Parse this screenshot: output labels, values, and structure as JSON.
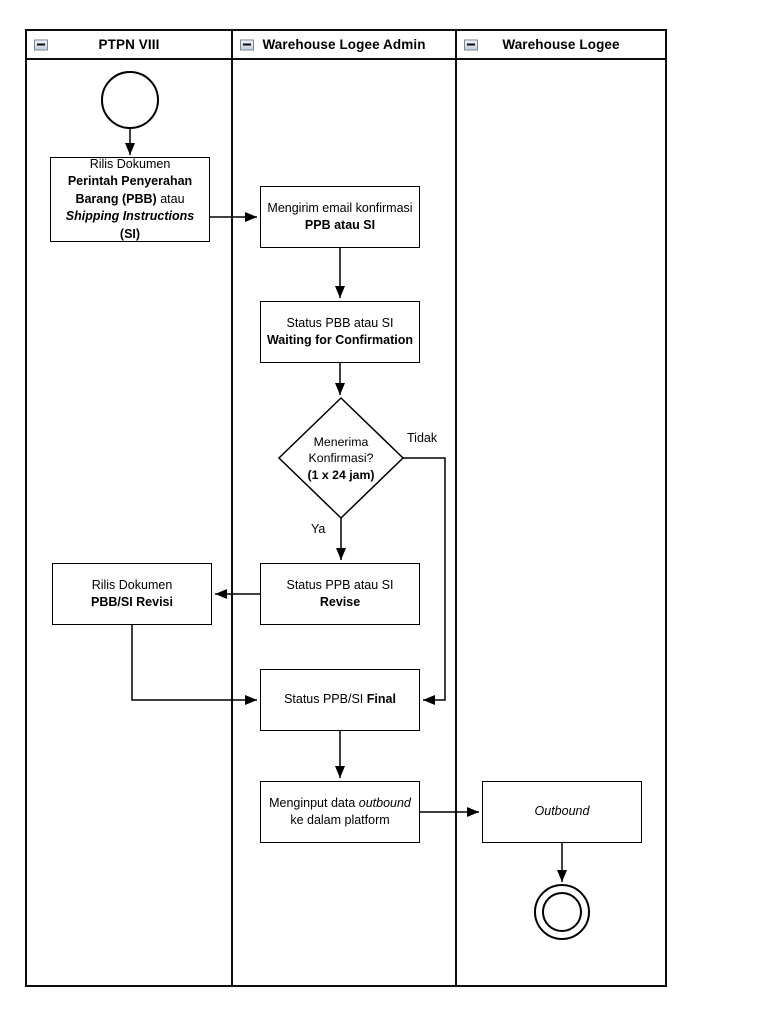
{
  "colors": {
    "stroke": "#000000",
    "background": "#ffffff",
    "node_fill": "#ffffff",
    "collapse_icon_border": "#76879a",
    "collapse_icon_fill": "#d8e2ed"
  },
  "lanes": [
    {
      "title": "PTPN VIII"
    },
    {
      "title": "Warehouse Logee Admin"
    },
    {
      "title": "Warehouse Logee"
    }
  ],
  "nodes": {
    "start_event": {
      "shape": "circle"
    },
    "rilis_pbb_si": {
      "line1": "Rilis Dokumen",
      "line2": "Perintah Penyerahan",
      "line3_bold": "Barang (PBB)",
      "line3_normal": " atau",
      "line4_bold_italic": "Shipping Instructions",
      "line4_bold": " (SI)"
    },
    "email_konfirmasi": {
      "line1": "Mengirim email konfirmasi",
      "line2": "PPB atau SI"
    },
    "status_waiting": {
      "line1": "Status PBB atau SI",
      "line2": "Waiting for Confirmation"
    },
    "decision_konfirmasi": {
      "line1": "Menerima",
      "line2": "Konfirmasi?",
      "line3": "(1 x 24 jam)"
    },
    "status_revise": {
      "line1": "Status PPB atau SI",
      "line2": "Revise"
    },
    "rilis_revisi": {
      "line1": "Rilis Dokumen",
      "line2": "PBB/SI Revisi"
    },
    "status_final": {
      "normal": "Status PPB/SI ",
      "bold": "Final"
    },
    "menginput_outbound": {
      "line1_normal": "Menginput data ",
      "line1_italic": "outbound",
      "line2": "ke dalam platform"
    },
    "outbound": {
      "label": "Outbound"
    },
    "end_event": {
      "shape": "double-circle"
    }
  },
  "edge_labels": {
    "tidak": "Tidak",
    "ya": "Ya"
  },
  "icons": {
    "collapse": "collapse-minus-icon"
  }
}
